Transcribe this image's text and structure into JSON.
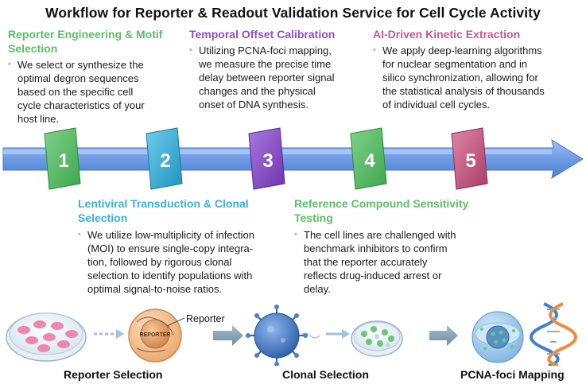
{
  "title": "Workflow for Reporter & Readout Validation Service for Cell Cycle Activity",
  "steps": [
    {
      "number": "1",
      "heading": [
        "Reporter Engineering & Motif",
        "Selection"
      ],
      "body": [
        "We select or synthesize the",
        "optimal degron sequences",
        "based on the specific cell",
        "cycle characteristics of your",
        "host line."
      ],
      "color": "#5cbd68"
    },
    {
      "number": "2",
      "heading": [
        "Lentiviral Transduction & Clonal",
        "Selection"
      ],
      "body": [
        "We utilize low-multiplicity of infection",
        "(MOI) to ensure single-copy integra-",
        "tion, followed by rigorous clonal",
        "selection to identify populations with",
        "optimal signal-to-noise ratios."
      ],
      "color": "#3ab0d6"
    },
    {
      "number": "3",
      "heading": [
        "Temporal Offset Calibration"
      ],
      "body": [
        "Utilizing PCNA-foci mapping,",
        "we measure the precise time",
        "delay between reporter signal",
        "changes and the physical",
        "onset of DNA synthesis."
      ],
      "color": "#8a4fc9"
    },
    {
      "number": "4",
      "heading": [
        "Reference Compound Sensitivity",
        "Testing"
      ],
      "body": [
        "The cell lines are challenged with",
        "benchmark inhibitors to confirm",
        "that the reporter accurately",
        "reflects drug-induced arrest or",
        "delay."
      ],
      "color": "#5cbd68"
    },
    {
      "number": "5",
      "heading": [
        "AI-Driven Kinetic Extraction"
      ],
      "body": [
        "We apply deep-learning algorithms",
        "for nuclear segmentation and in",
        "silico synchronization, allowing for",
        "the statistical analysis of thousands",
        "of individual cell cycles."
      ],
      "color": "#c95a82"
    }
  ],
  "bullet_glyph": "◦",
  "arrow_color": "#6f9be6",
  "illustrations": {
    "reporter_cell_label": "REPORTER",
    "reporter_callout": "Reporter"
  },
  "bottom_labels": {
    "reporter_selection": "Reporter Selection",
    "clonal_selection": "Clonal Selection",
    "pcna_mapping": "PCNA-foci Mapping"
  }
}
